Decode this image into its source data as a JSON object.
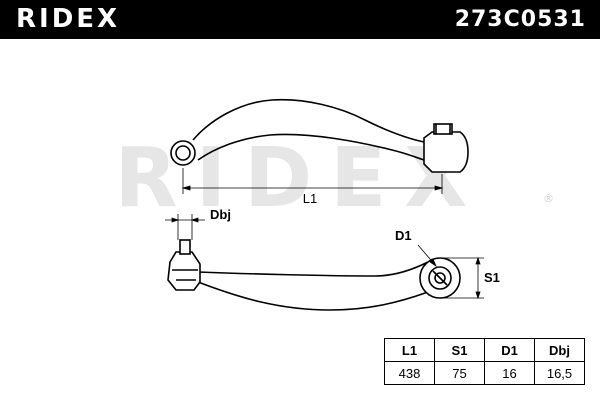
{
  "header": {
    "brand": "RIDEX",
    "brand_symbol": "®",
    "part_number": "273C0531"
  },
  "watermark": {
    "text": "RIDEX"
  },
  "dimensions": {
    "l1_label": "L1",
    "dbj_label": "Dbj",
    "d1_label": "D1",
    "s1_label": "S1"
  },
  "specs": {
    "headers": [
      "L1",
      "S1",
      "D1",
      "Dbj"
    ],
    "values": [
      "438",
      "75",
      "16",
      "16,5"
    ]
  },
  "colors": {
    "bar": "#000000",
    "watermark": "#e6e6e6",
    "line": "#000000"
  }
}
